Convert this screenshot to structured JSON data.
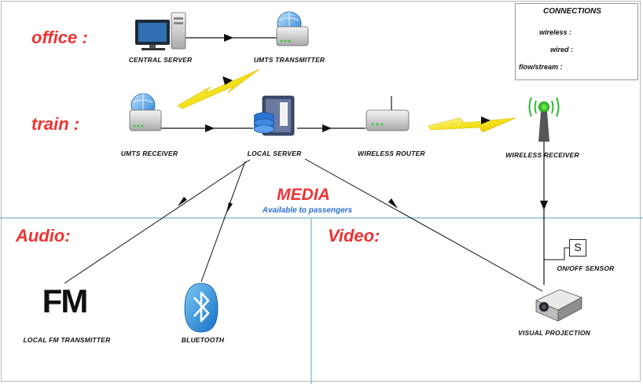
{
  "sections": {
    "office": "office :",
    "train": "train :",
    "audio": "Audio:",
    "video": "Video:"
  },
  "media": {
    "title": "MEDIA",
    "subtitle": "Available to passengers"
  },
  "nodes": {
    "central_server": "CENTRAL SERVER",
    "umts_transmitter": "UMTS TRANSMITTER",
    "umts_receiver": "UMTS RECEIVER",
    "local_server": "LOCAL SERVER",
    "wireless_router": "WIRELESS ROUTER",
    "wireless_receiver": "WIRELESS RECEIVER",
    "onoff_sensor": "ON/OFF SENSOR",
    "sensor_letter": "S",
    "fm_glyph": "FM",
    "local_fm_transmitter": "LOCAL FM TRANSMITTER",
    "bluetooth": "BLUETOOTH",
    "visual_projection": "VISUAL PROJECTION"
  },
  "legend": {
    "title": "CONNECTIONS",
    "wireless": "wireless :",
    "wired": "wired :",
    "flow": "flow/stream :"
  },
  "colors": {
    "section_red": "#ee3333",
    "subtitle_blue": "#2a6fd6",
    "divider_blue": "#6fb5cf",
    "wireless_yellow": "#f2e21a",
    "line_dark": "#111111"
  },
  "icons": {
    "computer": "desktop-computer-icon",
    "transmitter": "umts-transmitter-icon",
    "receiver": "umts-receiver-icon",
    "server": "local-server-icon",
    "router": "wireless-router-icon",
    "antenna": "wireless-receiver-antenna-icon",
    "bluetooth": "bluetooth-icon",
    "projector": "projector-icon",
    "bolt": "lightning-bolt-icon"
  }
}
